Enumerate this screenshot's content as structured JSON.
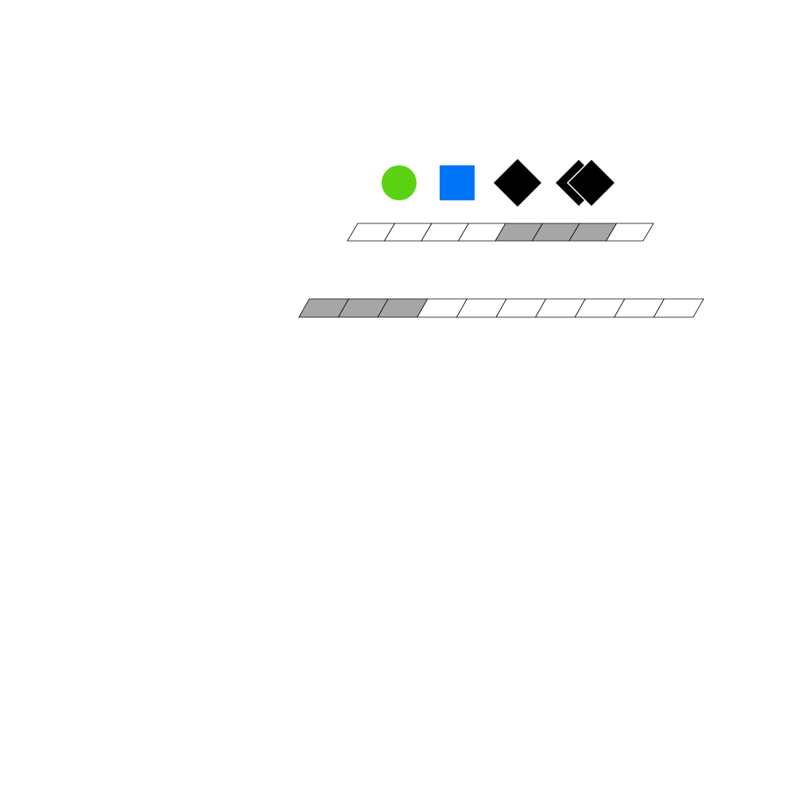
{
  "colors": {
    "background": "#ffffff",
    "cell_filled": "#a6a6a6",
    "cell_empty": "#ffffff",
    "cell_stroke": "#000000"
  },
  "symbols": [
    {
      "name": "green-circle-symbol",
      "shape": "circle",
      "color": "#5bd314"
    },
    {
      "name": "blue-square-symbol",
      "shape": "square",
      "color": "#0074f9"
    },
    {
      "name": "black-diamond-symbol",
      "shape": "diamond",
      "color": "#000000"
    },
    {
      "name": "double-black-diamond-symbol",
      "shape": "double-diamond",
      "color": "#000000"
    }
  ],
  "rows": [
    {
      "name": "top-cell-row",
      "cells": [
        false,
        false,
        false,
        false,
        true,
        true,
        true,
        false
      ]
    },
    {
      "name": "bottom-cell-row",
      "cells": [
        true,
        true,
        true,
        false,
        false,
        false,
        false,
        false,
        false,
        false
      ]
    }
  ]
}
